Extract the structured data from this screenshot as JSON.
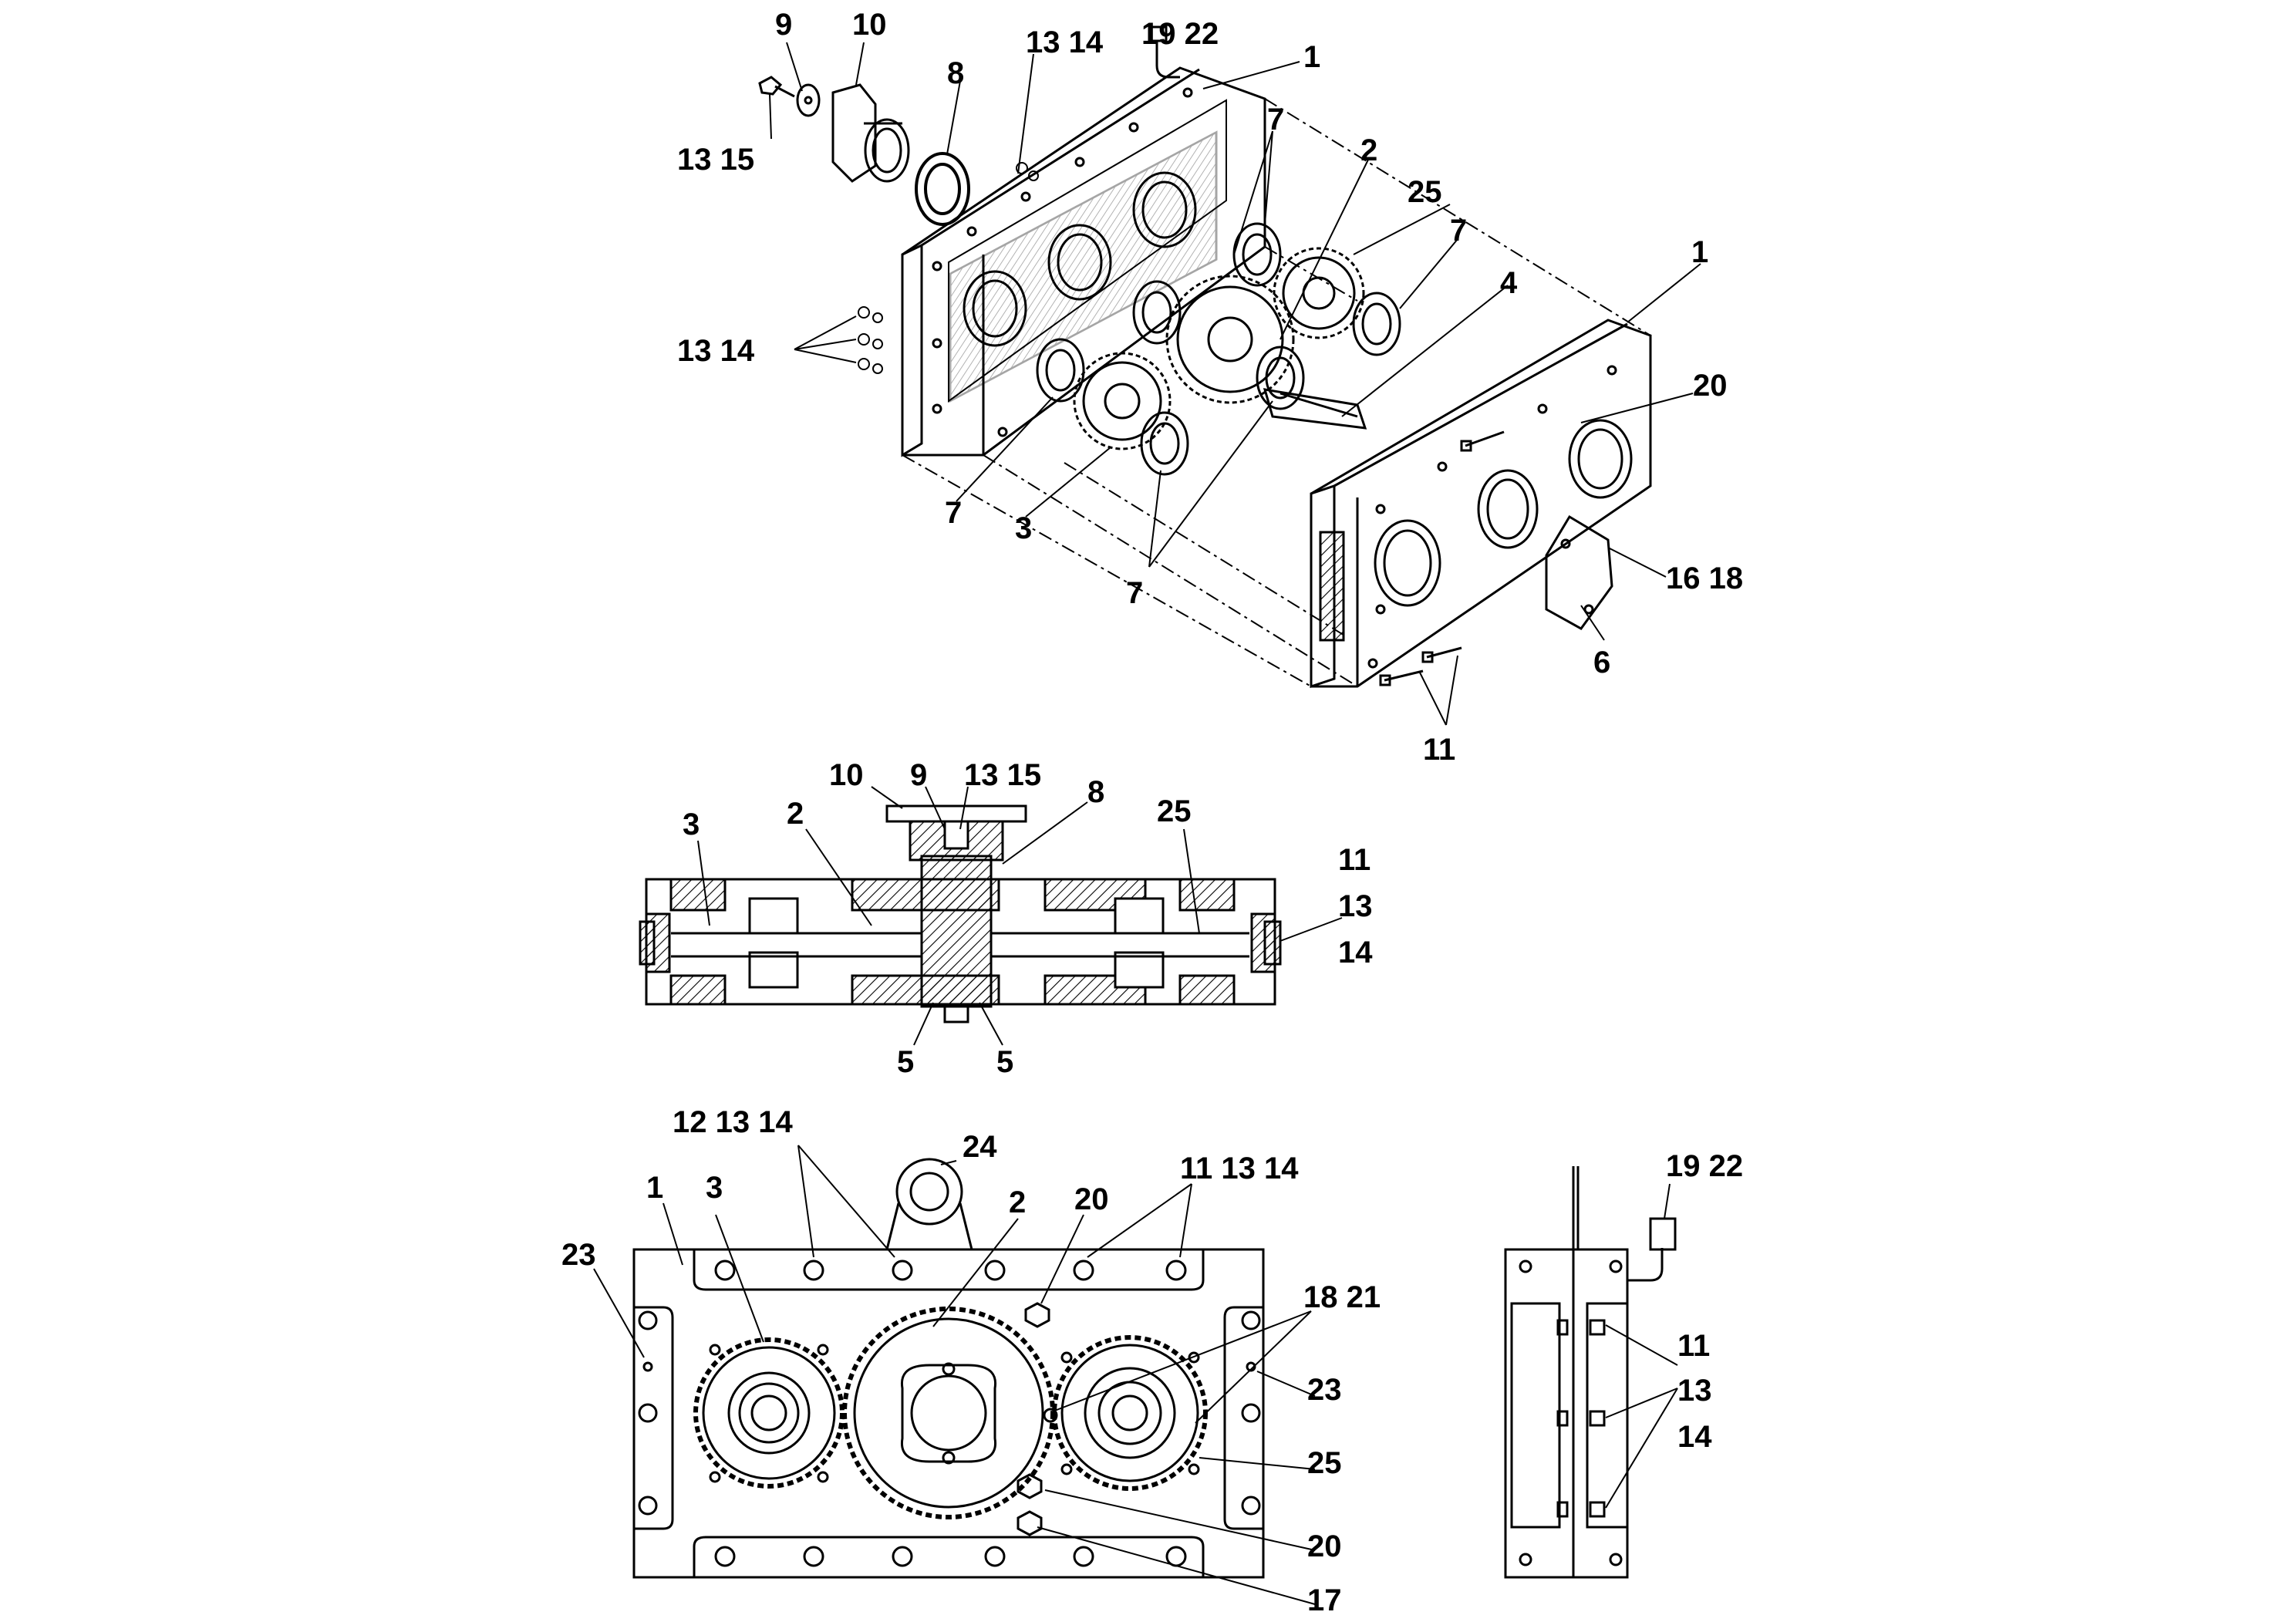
{
  "colors": {
    "ink": "#000000",
    "paper": "#ffffff"
  },
  "callouts": {
    "exploded": [
      {
        "key": "e_19_22",
        "text": "19 22"
      },
      {
        "key": "e_9",
        "text": "9"
      },
      {
        "key": "e_10",
        "text": "10"
      },
      {
        "key": "e_13_14_top",
        "text": "13 14"
      },
      {
        "key": "e_1_top",
        "text": "1"
      },
      {
        "key": "e_8",
        "text": "8"
      },
      {
        "key": "e_13_15",
        "text": "13 15"
      },
      {
        "key": "e_7_a",
        "text": "7"
      },
      {
        "key": "e_2",
        "text": "2"
      },
      {
        "key": "e_25",
        "text": "25"
      },
      {
        "key": "e_7_b",
        "text": "7"
      },
      {
        "key": "e_1_right",
        "text": "1"
      },
      {
        "key": "e_4",
        "text": "4"
      },
      {
        "key": "e_13_14_left",
        "text": "13 14"
      },
      {
        "key": "e_20",
        "text": "20"
      },
      {
        "key": "e_7_c",
        "text": "7"
      },
      {
        "key": "e_3",
        "text": "3"
      },
      {
        "key": "e_16_18",
        "text": "16 18"
      },
      {
        "key": "e_7_d",
        "text": "7"
      },
      {
        "key": "e_6",
        "text": "6"
      },
      {
        "key": "e_11",
        "text": "11"
      }
    ],
    "section": [
      {
        "key": "s_10",
        "text": "10"
      },
      {
        "key": "s_9",
        "text": "9"
      },
      {
        "key": "s_13_15",
        "text": "13 15"
      },
      {
        "key": "s_8",
        "text": "8"
      },
      {
        "key": "s_3",
        "text": "3"
      },
      {
        "key": "s_2",
        "text": "2"
      },
      {
        "key": "s_25",
        "text": "25"
      },
      {
        "key": "s_11",
        "text": "11"
      },
      {
        "key": "s_13",
        "text": "13"
      },
      {
        "key": "s_14",
        "text": "14"
      },
      {
        "key": "s_5_a",
        "text": "5"
      },
      {
        "key": "s_5_b",
        "text": "5"
      }
    ],
    "front": [
      {
        "key": "f_12_13_14",
        "text": "12 13 14"
      },
      {
        "key": "f_24",
        "text": "24"
      },
      {
        "key": "f_11_13_14",
        "text": "11 13 14"
      },
      {
        "key": "f_1",
        "text": "1"
      },
      {
        "key": "f_3",
        "text": "3"
      },
      {
        "key": "f_2",
        "text": "2"
      },
      {
        "key": "f_20_top",
        "text": "20"
      },
      {
        "key": "f_23_left",
        "text": "23"
      },
      {
        "key": "f_18_21",
        "text": "18  21"
      },
      {
        "key": "f_23_right",
        "text": "23"
      },
      {
        "key": "f_25",
        "text": "25"
      },
      {
        "key": "f_20_bottom",
        "text": "20"
      },
      {
        "key": "f_17",
        "text": "17"
      }
    ],
    "side": [
      {
        "key": "sd_19_22",
        "text": "19 22"
      },
      {
        "key": "sd_11",
        "text": "11"
      },
      {
        "key": "sd_13",
        "text": "13"
      },
      {
        "key": "sd_14",
        "text": "14"
      }
    ]
  }
}
